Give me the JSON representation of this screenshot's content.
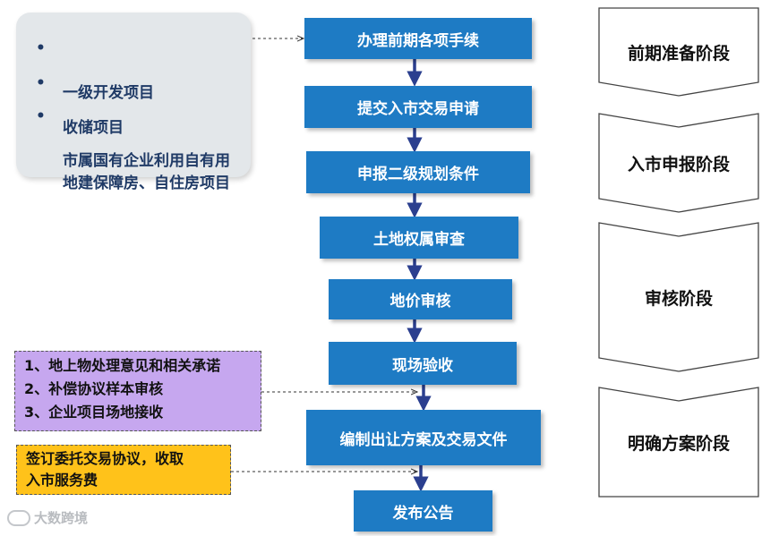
{
  "info_card": {
    "items": [
      "一级开发项目",
      "收储项目",
      "市属国有企业利用自有用\n地建保障房、自住房项目"
    ],
    "bullet": "•"
  },
  "steps": [
    "办理前期各项手续",
    "提交入市交易申请",
    "申报二级规划条件",
    "土地权属审查",
    "地价审核",
    "现场验收",
    "编制出让方案及交易文件",
    "发布公告"
  ],
  "notes": {
    "purple": "1、地上物处理意见和相关承诺\n2、补偿协议样本审核\n3、企业项目场地接收",
    "orange": "签订委托交易协议，收取\n入市服务费"
  },
  "stages": [
    "前期准备阶段",
    "入市申报阶段",
    "审核阶段",
    "明确方案阶段"
  ],
  "watermark": {
    "text": "大数跨境"
  },
  "colors": {
    "step_fill": "#1e7bc4",
    "arrow": "#2b3f8f",
    "card": "#e3e7ea",
    "purple_note": "#c6a7ef",
    "orange_note": "#ffc21a"
  }
}
